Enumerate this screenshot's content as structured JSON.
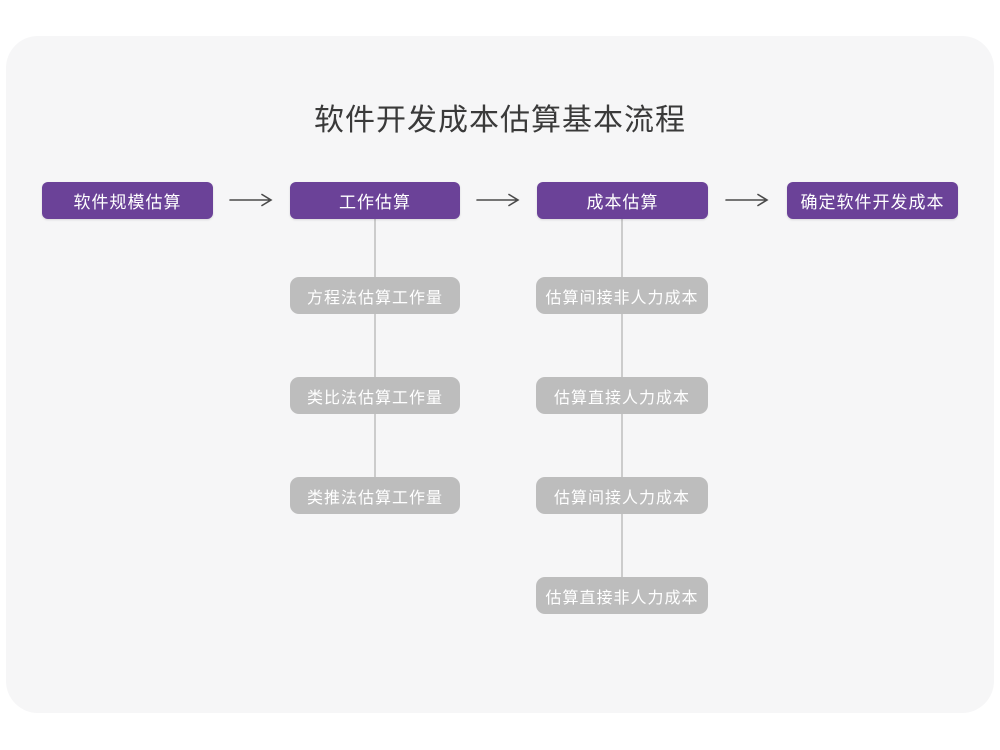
{
  "title": "软件开发成本估算基本流程",
  "colors": {
    "accent_purple": "#6b4298",
    "sub_node_gray": "#bdbdbd",
    "connector_gray": "#cccccc",
    "arrow_dark": "#4a4a4a",
    "panel_background": "#f6f6f7",
    "title_text": "#3a3a3a",
    "node_text": "#ffffff"
  },
  "flow": {
    "nodes": [
      {
        "label": "软件规模估算"
      },
      {
        "label": "工作估算"
      },
      {
        "label": "成本估算"
      },
      {
        "label": "确定软件开发成本"
      }
    ]
  },
  "work_chain": {
    "items": [
      {
        "label": "方程法估算工作量"
      },
      {
        "label": "类比法估算工作量"
      },
      {
        "label": "类推法估算工作量"
      }
    ]
  },
  "cost_chain": {
    "items": [
      {
        "label": "估算间接非人力成本"
      },
      {
        "label": "估算直接人力成本"
      },
      {
        "label": "估算间接人力成本"
      },
      {
        "label": "估算直接非人力成本"
      }
    ]
  }
}
